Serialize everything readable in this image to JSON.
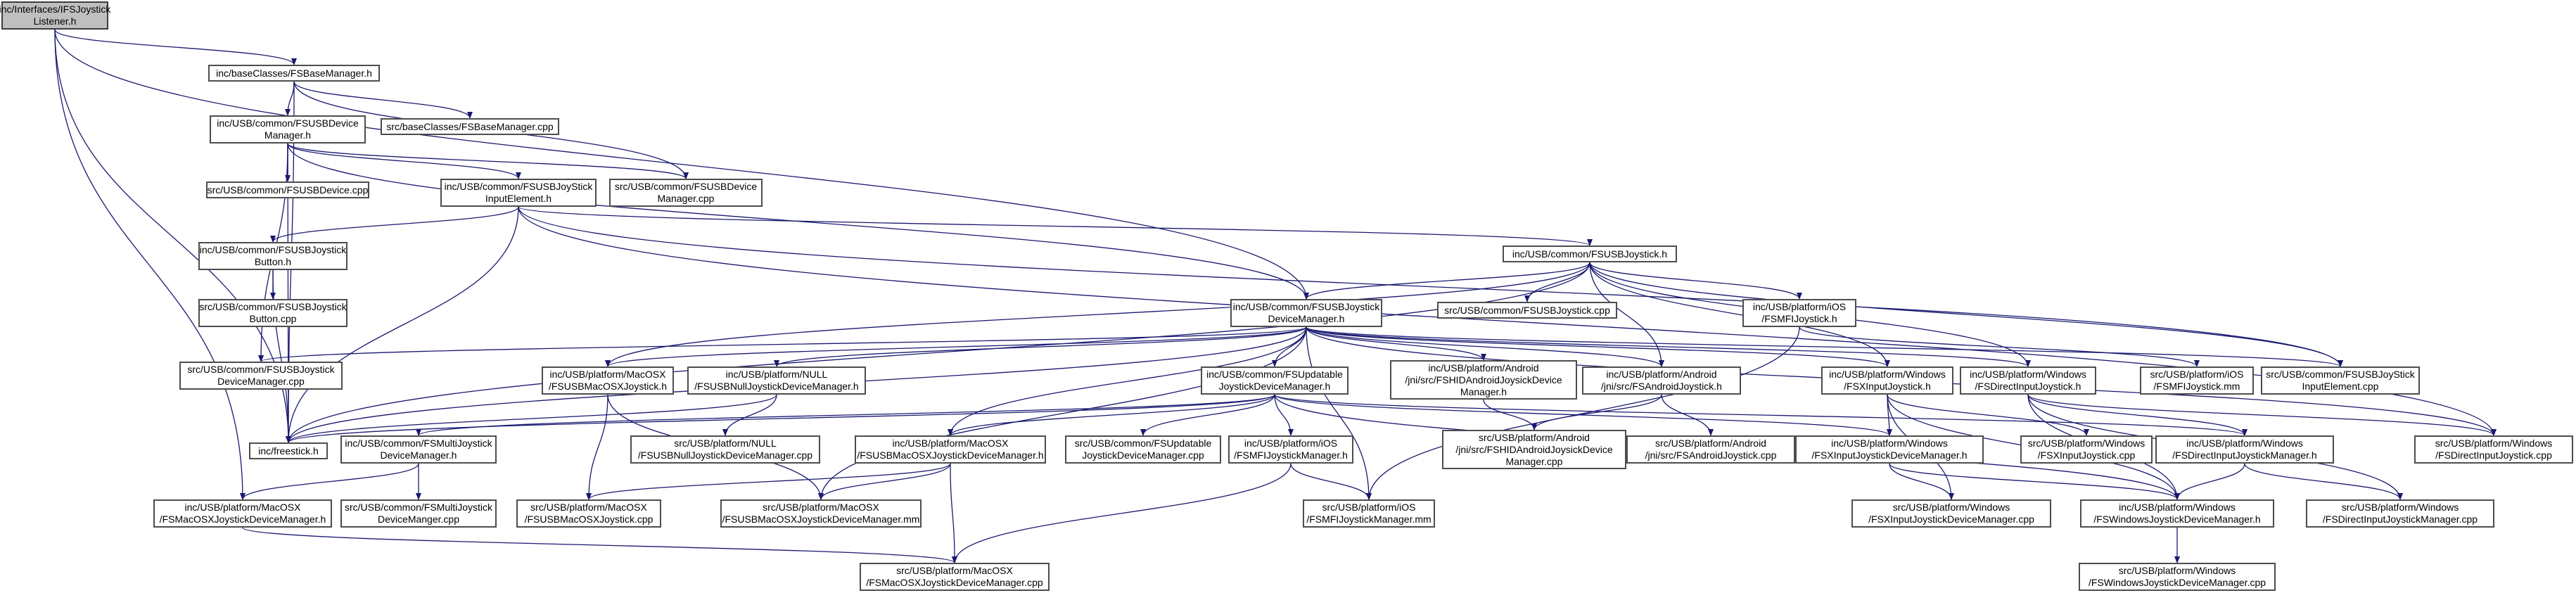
{
  "colors": {
    "edge": "#191970",
    "node_border": "#4d4d4d",
    "root_fill": "#bfbfbf",
    "node_fill": "#ffffff"
  },
  "nodes": [
    {
      "id": "n_root",
      "label": "inc/Interfaces/IFSJoystick\nListener.h"
    },
    {
      "id": "n_basemgr_h",
      "label": "inc/baseClasses/FSBaseManager.h"
    },
    {
      "id": "n_basemgr_cpp",
      "label": "src/baseClasses/FSBaseManager.cpp"
    },
    {
      "id": "n_usbdevmgr_h",
      "label": "inc/USB/common/FSUSBDevice\nManager.h"
    },
    {
      "id": "n_usbdevice_cpp",
      "label": "src/USB/common/FSUSBDevice.cpp"
    },
    {
      "id": "n_usbdevmgr_cpp",
      "label": "src/USB/common/FSUSBDevice\nManager.cpp"
    },
    {
      "id": "n_joyinput_h",
      "label": "inc/USB/common/FSUSBJoyStick\nInputElement.h"
    },
    {
      "id": "n_joybutton_h",
      "label": "inc/USB/common/FSUSBJoystick\nButton.h"
    },
    {
      "id": "n_joybutton_cpp",
      "label": "src/USB/common/FSUSBJoystick\nButton.cpp"
    },
    {
      "id": "n_usbjoy_h",
      "label": "inc/USB/common/FSUSBJoystick.h"
    },
    {
      "id": "n_joydevmgr_h",
      "label": "inc/USB/common/FSUSBJoystick\nDeviceManager.h"
    },
    {
      "id": "n_usbjoy_cpp",
      "label": "src/USB/common/FSUSBJoystick.cpp"
    },
    {
      "id": "n_mfijoy_h",
      "label": "inc/USB/platform/iOS\n/FSMFIJoystick.h"
    },
    {
      "id": "n_joydevmgr_cpp",
      "label": "src/USB/common/FSUSBJoystick\nDeviceManager.cpp"
    },
    {
      "id": "n_macosxjoy_h",
      "label": "inc/USB/platform/MacOSX\n/FSUSBMacOSXJoystick.h"
    },
    {
      "id": "n_nulljdm_h",
      "label": "inc/USB/platform/NULL\n/FSUSBNullJoystickDeviceManager.h"
    },
    {
      "id": "n_updatable_h",
      "label": "inc/USB/common/FSUpdatable\nJoystickDeviceManager.h"
    },
    {
      "id": "n_androidhid_h",
      "label": "inc/USB/platform/Android\n/jni/src/FSHIDAndroidJoysickDevice\nManager.h"
    },
    {
      "id": "n_androidjoy_h",
      "label": "inc/USB/platform/Android\n/jni/src/FSAndroidJoystick.h"
    },
    {
      "id": "n_xinputjoy_h",
      "label": "inc/USB/platform/Windows\n/FSXInputJoystick.h"
    },
    {
      "id": "n_dinputjoy_h",
      "label": "inc/USB/platform/Windows\n/FSDirectInputJoystick.h"
    },
    {
      "id": "n_mfijoy_mm",
      "label": "src/USB/platform/iOS\n/FSMFIJoystick.mm"
    },
    {
      "id": "n_joyinput_cpp",
      "label": "src/USB/common/FSUSBJoyStick\nInputElement.cpp"
    },
    {
      "id": "n_freestick_h",
      "label": "inc/freestick.h"
    },
    {
      "id": "n_multijdm_h",
      "label": "inc/USB/common/FSMultiJoystick\nDeviceManager.h"
    },
    {
      "id": "n_nulljdm_cpp",
      "label": "src/USB/platform/NULL\n/FSUSBNullJoystickDeviceManager.cpp"
    },
    {
      "id": "n_macjdm_h",
      "label": "inc/USB/platform/MacOSX\n/FSUSBMacOSXJoystickDeviceManager.h"
    },
    {
      "id": "n_updatable_cpp",
      "label": "src/USB/common/FSUpdatable\nJoystickDeviceManager.cpp"
    },
    {
      "id": "n_mfimgr_h",
      "label": "inc/USB/platform/iOS\n/FSMFIJoystickManager.h"
    },
    {
      "id": "n_androidhid_cpp",
      "label": "src/USB/platform/Android\n/jni/src/FSHIDAndroidJoysickDevice\nManager.cpp"
    },
    {
      "id": "n_androidjoy_cpp",
      "label": "src/USB/platform/Android\n/jni/src/FSAndroidJoystick.cpp"
    },
    {
      "id": "n_xinputmgr_h",
      "label": "inc/USB/platform/Windows\n/FSXInputJoystickDeviceManager.h"
    },
    {
      "id": "n_xinputjoy_cpp",
      "label": "src/USB/platform/Windows\n/FSXInputJoystick.cpp"
    },
    {
      "id": "n_dinputmgr_h",
      "label": "inc/USB/platform/Windows\n/FSDirectInputJoystickManager.h"
    },
    {
      "id": "n_dinputjoy_cpp",
      "label": "src/USB/platform/Windows\n/FSDirectInputJoystick.cpp"
    },
    {
      "id": "n_multijdm_cpp",
      "label": "src/USB/common/FSMultiJoystick\nDeviceManger.cpp"
    },
    {
      "id": "n_macosxjdm_h",
      "label": "inc/USB/platform/MacOSX\n/FSMacOSXJoystickDeviceManager.h"
    },
    {
      "id": "n_macosxjoy_cpp",
      "label": "src/USB/platform/MacOSX\n/FSUSBMacOSXJoystick.cpp"
    },
    {
      "id": "n_macjdm_mm",
      "label": "src/USB/platform/MacOSX\n/FSUSBMacOSXJoystickDeviceManager.mm"
    },
    {
      "id": "n_mfimgr_mm",
      "label": "src/USB/platform/iOS\n/FSMFIJoystickManager.mm"
    },
    {
      "id": "n_xinputmgr_cpp",
      "label": "src/USB/platform/Windows\n/FSXInputJoystickDeviceManager.cpp"
    },
    {
      "id": "n_winjdm_h",
      "label": "inc/USB/platform/Windows\n/FSWindowsJoystickDeviceManager.h"
    },
    {
      "id": "n_dinputmgr_cpp",
      "label": "src/USB/platform/Windows\n/FSDirectInputJoystickManager.cpp"
    },
    {
      "id": "n_macosxjdm_cpp",
      "label": "src/USB/platform/MacOSX\n/FSMacOSXJoystickDeviceManager.cpp"
    },
    {
      "id": "n_winjdm_cpp",
      "label": "src/USB/platform/Windows\n/FSWindowsJoystickDeviceManager.cpp"
    }
  ],
  "edges": [
    [
      "n_root",
      "n_basemgr_h"
    ],
    [
      "n_root",
      "n_freestick_h"
    ],
    [
      "n_root",
      "n_macosxjdm_h"
    ],
    [
      "n_root",
      "n_joydevmgr_h"
    ],
    [
      "n_basemgr_h",
      "n_basemgr_cpp"
    ],
    [
      "n_basemgr_h",
      "n_usbdevmgr_h"
    ],
    [
      "n_basemgr_h",
      "n_usbdevmgr_cpp"
    ],
    [
      "n_basemgr_h",
      "n_freestick_h"
    ],
    [
      "n_usbdevmgr_h",
      "n_usbdevice_cpp"
    ],
    [
      "n_usbdevmgr_h",
      "n_usbdevmgr_cpp"
    ],
    [
      "n_usbdevmgr_h",
      "n_joyinput_h"
    ],
    [
      "n_usbdevmgr_h",
      "n_joydevmgr_cpp"
    ],
    [
      "n_usbdevmgr_h",
      "n_freestick_h"
    ],
    [
      "n_usbdevmgr_h",
      "n_joydevmgr_h"
    ],
    [
      "n_joyinput_h",
      "n_joybutton_h"
    ],
    [
      "n_joyinput_h",
      "n_usbjoy_h"
    ],
    [
      "n_joyinput_h",
      "n_freestick_h"
    ],
    [
      "n_joyinput_h",
      "n_joyinput_cpp"
    ],
    [
      "n_joyinput_h",
      "n_dinputjoy_cpp"
    ],
    [
      "n_joybutton_h",
      "n_joybutton_cpp"
    ],
    [
      "n_joybutton_h",
      "n_freestick_h"
    ],
    [
      "n_usbjoy_h",
      "n_usbjoy_cpp"
    ],
    [
      "n_usbjoy_h",
      "n_mfijoy_h"
    ],
    [
      "n_usbjoy_h",
      "n_joydevmgr_h"
    ],
    [
      "n_usbjoy_h",
      "n_macosxjoy_h"
    ],
    [
      "n_usbjoy_h",
      "n_androidjoy_h"
    ],
    [
      "n_usbjoy_h",
      "n_xinputjoy_h"
    ],
    [
      "n_usbjoy_h",
      "n_dinputjoy_h"
    ],
    [
      "n_usbjoy_h",
      "n_joyinput_cpp"
    ],
    [
      "n_usbjoy_h",
      "n_freestick_h"
    ],
    [
      "n_mfijoy_h",
      "n_mfijoy_mm"
    ],
    [
      "n_mfijoy_h",
      "n_mfimgr_mm"
    ],
    [
      "n_joydevmgr_h",
      "n_joydevmgr_cpp"
    ],
    [
      "n_joydevmgr_h",
      "n_macosxjoy_h"
    ],
    [
      "n_joydevmgr_h",
      "n_nulljdm_h"
    ],
    [
      "n_joydevmgr_h",
      "n_updatable_h"
    ],
    [
      "n_joydevmgr_h",
      "n_androidhid_h"
    ],
    [
      "n_joydevmgr_h",
      "n_androidjoy_h"
    ],
    [
      "n_joydevmgr_h",
      "n_xinputjoy_h"
    ],
    [
      "n_joydevmgr_h",
      "n_dinputjoy_h"
    ],
    [
      "n_joydevmgr_h",
      "n_freestick_h"
    ],
    [
      "n_joydevmgr_h",
      "n_macjdm_h"
    ],
    [
      "n_joydevmgr_h",
      "n_mfimgr_mm"
    ],
    [
      "n_joydevmgr_h",
      "n_macjdm_mm"
    ],
    [
      "n_joydevmgr_h",
      "n_joyinput_cpp"
    ],
    [
      "n_joydevmgr_h",
      "n_dinputjoy_cpp"
    ],
    [
      "n_macosxjoy_h",
      "n_macosxjoy_cpp"
    ],
    [
      "n_macosxjoy_h",
      "n_macjdm_mm"
    ],
    [
      "n_nulljdm_h",
      "n_nulljdm_cpp"
    ],
    [
      "n_nulljdm_h",
      "n_freestick_h"
    ],
    [
      "n_updatable_h",
      "n_multijdm_h"
    ],
    [
      "n_updatable_h",
      "n_macjdm_h"
    ],
    [
      "n_updatable_h",
      "n_updatable_cpp"
    ],
    [
      "n_updatable_h",
      "n_mfimgr_h"
    ],
    [
      "n_updatable_h",
      "n_xinputmgr_h"
    ],
    [
      "n_updatable_h",
      "n_dinputmgr_h"
    ],
    [
      "n_updatable_h",
      "n_winjdm_h"
    ],
    [
      "n_updatable_h",
      "n_freestick_h"
    ],
    [
      "n_androidhid_h",
      "n_androidhid_cpp"
    ],
    [
      "n_androidjoy_h",
      "n_androidhid_cpp"
    ],
    [
      "n_androidjoy_h",
      "n_androidjoy_cpp"
    ],
    [
      "n_xinputjoy_h",
      "n_xinputmgr_h"
    ],
    [
      "n_xinputjoy_h",
      "n_xinputjoy_cpp"
    ],
    [
      "n_xinputjoy_h",
      "n_xinputmgr_cpp"
    ],
    [
      "n_xinputjoy_h",
      "n_winjdm_h"
    ],
    [
      "n_dinputjoy_h",
      "n_dinputmgr_h"
    ],
    [
      "n_dinputjoy_h",
      "n_dinputjoy_cpp"
    ],
    [
      "n_dinputjoy_h",
      "n_dinputmgr_cpp"
    ],
    [
      "n_dinputjoy_h",
      "n_winjdm_h"
    ],
    [
      "n_multijdm_h",
      "n_multijdm_cpp"
    ],
    [
      "n_multijdm_h",
      "n_macosxjdm_h"
    ],
    [
      "n_macjdm_h",
      "n_macosxjoy_cpp"
    ],
    [
      "n_macjdm_h",
      "n_macjdm_mm"
    ],
    [
      "n_macjdm_h",
      "n_macosxjdm_cpp"
    ],
    [
      "n_mfimgr_h",
      "n_mfimgr_mm"
    ],
    [
      "n_mfimgr_h",
      "n_macosxjdm_cpp"
    ],
    [
      "n_xinputmgr_h",
      "n_xinputmgr_cpp"
    ],
    [
      "n_xinputmgr_h",
      "n_winjdm_h"
    ],
    [
      "n_dinputmgr_h",
      "n_dinputmgr_cpp"
    ],
    [
      "n_dinputmgr_h",
      "n_winjdm_h"
    ],
    [
      "n_macosxjdm_h",
      "n_macosxjdm_cpp"
    ],
    [
      "n_winjdm_h",
      "n_winjdm_cpp"
    ]
  ]
}
